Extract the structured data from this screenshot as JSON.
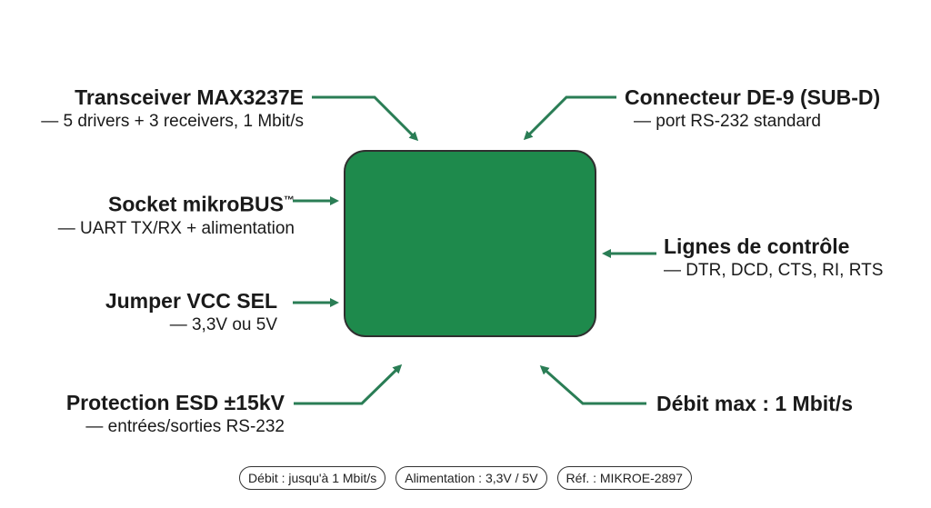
{
  "board": {
    "color": "#1e8a4c"
  },
  "arrow_color": "#2a7d55",
  "labels": {
    "transceiver": {
      "title": "Transceiver MAX3237E",
      "sub": "— 5 drivers + 3 receivers, 1 Mbit/s"
    },
    "socket": {
      "title": "Socket mikroBUS",
      "tm": "™",
      "sub": "— UART TX/RX + alimentation"
    },
    "jumper": {
      "title": "Jumper VCC SEL",
      "sub": "— 3,3V ou 5V"
    },
    "esd": {
      "title": "Protection ESD ±15kV",
      "sub": "— entrées/sorties RS-232"
    },
    "connector": {
      "title": "Connecteur DE-9 (SUB-D)",
      "sub": "— port RS-232 standard"
    },
    "control": {
      "title": "Lignes de contrôle",
      "sub": "— DTR, DCD, CTS, RI, RTS"
    },
    "rate": {
      "title": "Débit max : 1 Mbit/s"
    }
  },
  "footer": [
    "Débit : jusqu'à 1 Mbit/s",
    "Alimentation : 3,3V / 5V",
    "Réf. : MIKROE-2897"
  ]
}
